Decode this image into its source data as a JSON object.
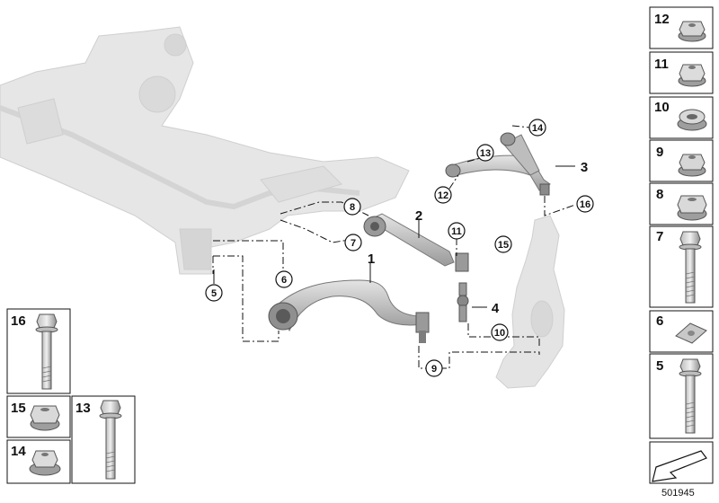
{
  "diagram_id": "501945",
  "part_numbers": {
    "p1": "1",
    "p2": "2",
    "p3": "3",
    "p4": "4",
    "p5": "5",
    "p6": "6",
    "p7": "7",
    "p8": "8",
    "p9": "9",
    "p10": "10",
    "p11": "11",
    "p12": "12",
    "p13": "13",
    "p14": "14",
    "p15": "15",
    "p16": "16"
  },
  "colors": {
    "part_gray": "#c9c9c9",
    "part_light": "#e6e6e6",
    "bolt_gray": "#a9a9a9",
    "outline": "#111111"
  }
}
